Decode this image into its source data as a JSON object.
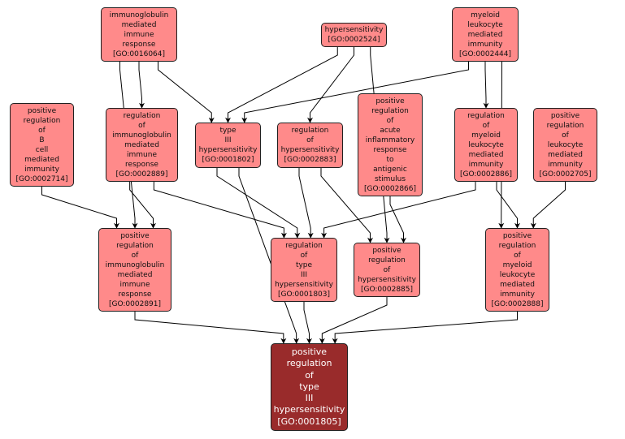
{
  "graph": {
    "type": "GO term hierarchy",
    "colors": {
      "node_fill": "#ff8a8a",
      "target_fill": "#992b2b",
      "edge": "#000000"
    },
    "nodes": [
      {
        "id": "GO:0016064",
        "lines": [
          "immunoglobulin",
          "mediated",
          "immune",
          "response",
          "[GO:0016064]"
        ]
      },
      {
        "id": "GO:0002524",
        "lines": [
          "hypersensitivity",
          "[GO:0002524]"
        ]
      },
      {
        "id": "GO:0002444",
        "lines": [
          "myeloid",
          "leukocyte",
          "mediated",
          "immunity",
          "[GO:0002444]"
        ]
      },
      {
        "id": "GO:0002714",
        "lines": [
          "positive",
          "regulation",
          "of",
          "B",
          "cell",
          "mediated",
          "immunity",
          "[GO:0002714]"
        ]
      },
      {
        "id": "GO:0002889",
        "lines": [
          "regulation",
          "of",
          "immunoglobulin",
          "mediated",
          "immune",
          "response",
          "[GO:0002889]"
        ]
      },
      {
        "id": "GO:0001802",
        "lines": [
          "type",
          "III",
          "hypersensitivity",
          "[GO:0001802]"
        ]
      },
      {
        "id": "GO:0002883",
        "lines": [
          "regulation",
          "of",
          "hypersensitivity",
          "[GO:0002883]"
        ]
      },
      {
        "id": "GO:0002866",
        "lines": [
          "positive",
          "regulation",
          "of",
          "acute",
          "inflammatory",
          "response",
          "to",
          "antigenic",
          "stimulus",
          "[GO:0002866]"
        ]
      },
      {
        "id": "GO:0002886",
        "lines": [
          "regulation",
          "of",
          "myeloid",
          "leukocyte",
          "mediated",
          "immunity",
          "[GO:0002886]"
        ]
      },
      {
        "id": "GO:0002705",
        "lines": [
          "positive",
          "regulation",
          "of",
          "leukocyte",
          "mediated",
          "immunity",
          "[GO:0002705]"
        ]
      },
      {
        "id": "GO:0002891",
        "lines": [
          "positive",
          "regulation",
          "of",
          "immunoglobulin",
          "mediated",
          "immune",
          "response",
          "[GO:0002891]"
        ]
      },
      {
        "id": "GO:0001803",
        "lines": [
          "regulation",
          "of",
          "type",
          "III",
          "hypersensitivity",
          "[GO:0001803]"
        ]
      },
      {
        "id": "GO:0002885",
        "lines": [
          "positive",
          "regulation",
          "of",
          "hypersensitivity",
          "[GO:0002885]"
        ]
      },
      {
        "id": "GO:0002888",
        "lines": [
          "positive",
          "regulation",
          "of",
          "myeloid",
          "leukocyte",
          "mediated",
          "immunity",
          "[GO:0002888]"
        ]
      },
      {
        "id": "GO:0001805",
        "lines": [
          "positive",
          "regulation",
          "of",
          "type",
          "III",
          "hypersensitivity",
          "[GO:0001805]"
        ],
        "highlighted": true
      }
    ],
    "edges": [
      [
        "GO:0016064",
        "GO:0002889"
      ],
      [
        "GO:0016064",
        "GO:0001802"
      ],
      [
        "GO:0016064",
        "GO:0002891"
      ],
      [
        "GO:0002524",
        "GO:0001802"
      ],
      [
        "GO:0002524",
        "GO:0002883"
      ],
      [
        "GO:0002524",
        "GO:0002885"
      ],
      [
        "GO:0002444",
        "GO:0001802"
      ],
      [
        "GO:0002444",
        "GO:0002886"
      ],
      [
        "GO:0002444",
        "GO:0002888"
      ],
      [
        "GO:0002714",
        "GO:0002891"
      ],
      [
        "GO:0002889",
        "GO:0002891"
      ],
      [
        "GO:0002889",
        "GO:0001803"
      ],
      [
        "GO:0001802",
        "GO:0001803"
      ],
      [
        "GO:0001802",
        "GO:0001805"
      ],
      [
        "GO:0002883",
        "GO:0001803"
      ],
      [
        "GO:0002883",
        "GO:0002885"
      ],
      [
        "GO:0002866",
        "GO:0002885"
      ],
      [
        "GO:0002886",
        "GO:0001803"
      ],
      [
        "GO:0002886",
        "GO:0002888"
      ],
      [
        "GO:0002705",
        "GO:0002888"
      ],
      [
        "GO:0002891",
        "GO:0001805"
      ],
      [
        "GO:0001803",
        "GO:0001805"
      ],
      [
        "GO:0002885",
        "GO:0001805"
      ],
      [
        "GO:0002888",
        "GO:0001805"
      ]
    ]
  }
}
